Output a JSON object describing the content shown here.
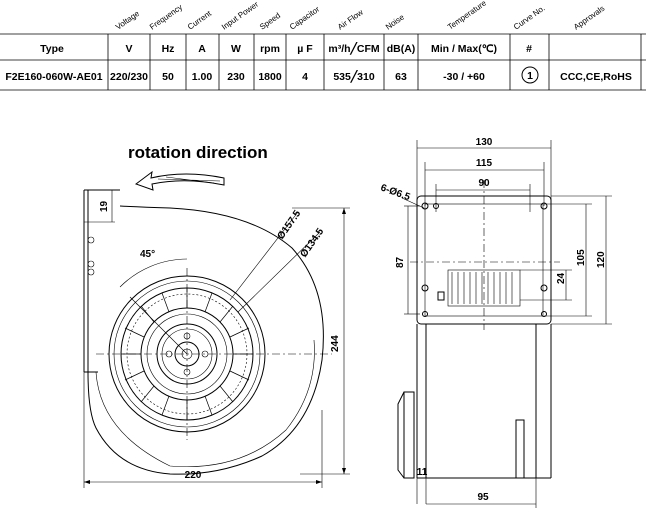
{
  "spec_table": {
    "header_row1": [
      "Voltage",
      "Frequency",
      "Current",
      "Input Power",
      "Speed",
      "Capacitor",
      "Air Flow",
      "Noise",
      "Temperature",
      "Curve No.",
      "Approvals"
    ],
    "header_row2": {
      "type": "Type",
      "voltage": "V",
      "frequency": "Hz",
      "current": "A",
      "power": "W",
      "speed": "rpm",
      "capacitor": "µ F",
      "airflow": "m³/h╱CFM",
      "noise": "dB(A)",
      "temperature": "Min / Max(℃)",
      "curve": "#"
    },
    "row": {
      "model": "F2E160-060W-AE01",
      "voltage": "220/230",
      "frequency": "50",
      "current": "1.00",
      "power": "230",
      "speed": "1800",
      "capacitor": "4",
      "airflow": "535╱310",
      "noise": "63",
      "temperature": "-30 / +60",
      "curve": "1",
      "approvals": "CCC,CE,RoHS"
    }
  },
  "drawing": {
    "rotation_label": "rotation direction",
    "front_view_dims": {
      "d19": "19",
      "angle": "45°",
      "dia_outer": "Ø157.5",
      "dia_inner": "Ø134.5",
      "height": "244",
      "width": "220"
    },
    "side_view_dims": {
      "w130": "130",
      "w115": "115",
      "w90": "90",
      "holes": "6-Ø6.5",
      "h87": "87",
      "h105": "105",
      "h120": "120",
      "h24": "24",
      "d11": "11",
      "w95": "95"
    }
  }
}
